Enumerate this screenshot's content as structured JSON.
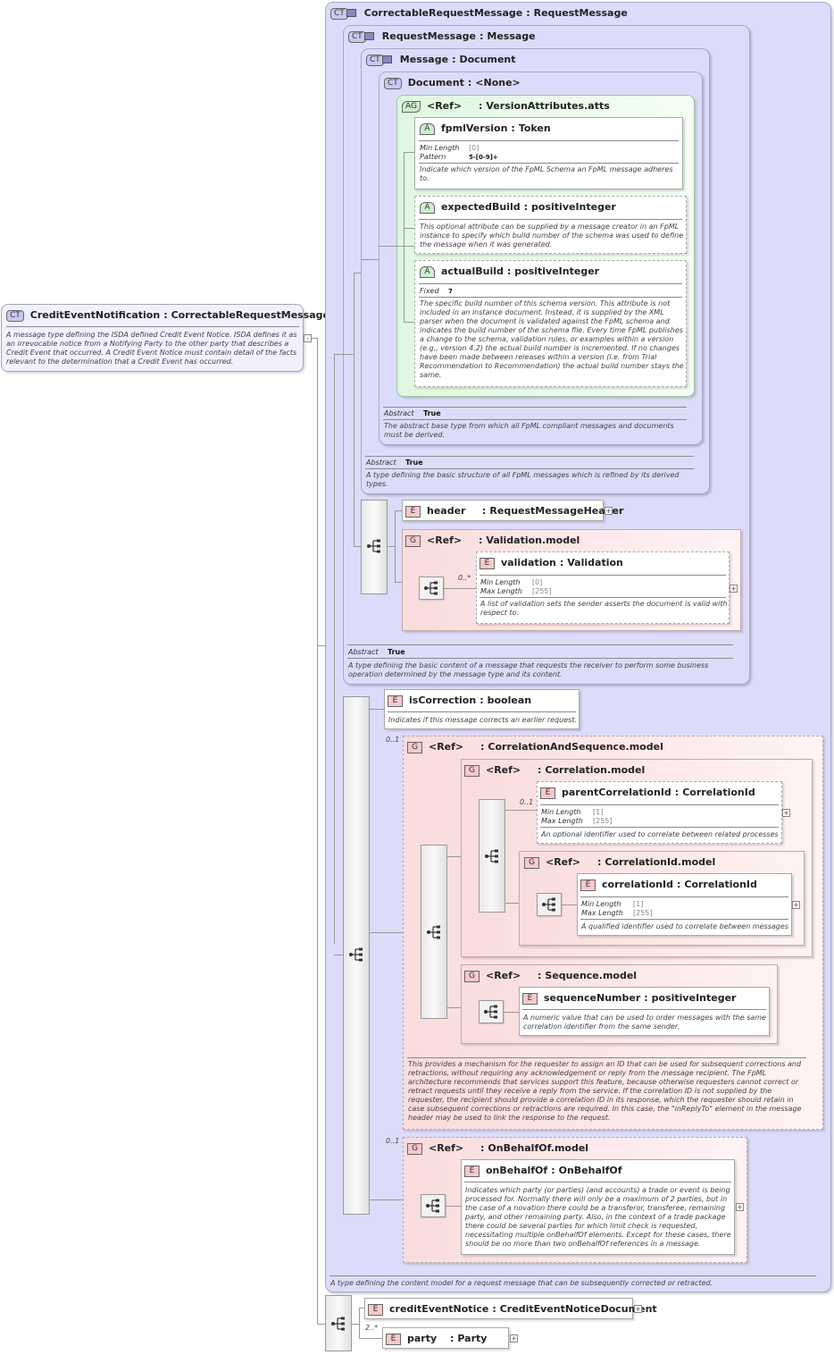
{
  "root": {
    "kind": "CT",
    "name": "CreditEventNotification",
    "type": "CorrectableRequestMessage",
    "description": "A message type defining the ISDA defined Credit Event Notice. ISDA defines it as an irrevocable notice from a Notifying Party to the other party that describes a Credit Event that occurred. A Credit Event Notice must contain detail of the facts relevant to the determination that a Credit Event has occurred."
  },
  "correctable": {
    "kind": "CT",
    "name": "CorrectableRequestMessage",
    "type": "RequestMessage",
    "description": "A type defining the content model for a request message that can be subsequently corrected or retracted."
  },
  "request_message": {
    "kind": "CT",
    "name": "RequestMessage",
    "type": "Message",
    "abstract_label": "Abstract",
    "abstract_value": "True",
    "description": "A type defining the basic content of a message that requests the receiver to perform some business operation determined by the message type and its content."
  },
  "message": {
    "kind": "CT",
    "name": "Message",
    "type": "Document",
    "abstract_label": "Abstract",
    "abstract_value": "True",
    "description": "A type defining the basic structure of all FpML messages which is refined by its derived types."
  },
  "document": {
    "kind": "CT",
    "name": "Document",
    "type": "<None>",
    "abstract_label": "Abstract",
    "abstract_value": "True",
    "description": "The abstract base type from which all FpML compliant messages and documents must be derived."
  },
  "version_attrs": {
    "kind": "AG",
    "ref": "<Ref>",
    "name": "VersionAttributes.atts"
  },
  "fpml_version": {
    "kind": "A",
    "name": "fpmlVersion",
    "type": "Token",
    "facet1_label": "Min Length",
    "facet1_value": "[0]",
    "facet2_label": "Pattern",
    "facet2_value": "5-[0-9]+",
    "description": "Indicate which version of the FpML Schema an FpML message adheres to."
  },
  "expected_build": {
    "kind": "A",
    "name": "expectedBuild",
    "type": "positiveInteger",
    "description": "This optional attribute can be supplied by a message creator in an FpML instance to specify which build number of the schema was used to define the message when it was generated."
  },
  "actual_build": {
    "kind": "A",
    "name": "actualBuild",
    "type": "positiveInteger",
    "facet1_label": "Fixed",
    "facet1_value": "7",
    "description": "The specific build number of this schema version. This attribute is not included in an instance document. Instead, it is supplied by the XML parser when the document is validated against the FpML schema and indicates the build number of the schema file. Every time FpML publishes a change to the schema, validation rules, or examples within a version (e.g., version 4.2) the actual build number is incremented. If no changes have been made between releases within a version (i.e. from Trial Recommendation to Recommendation) the actual build number stays the same."
  },
  "header": {
    "kind": "E",
    "name": "header",
    "type": "RequestMessageHeader"
  },
  "validation_model": {
    "kind": "G",
    "ref": "<Ref>",
    "name": "Validation.model"
  },
  "validation": {
    "kind": "E",
    "name": "validation",
    "type": "Validation",
    "occurrence": "0..*",
    "facet1_label": "Min Length",
    "facet1_value": "[0]",
    "facet2_label": "Max Length",
    "facet2_value": "[255]",
    "description": "A list of validation sets the sender asserts the document is valid with respect to."
  },
  "is_correction": {
    "kind": "E",
    "name": "isCorrection",
    "type": "boolean",
    "description": "Indicates if this message corrects an earlier request."
  },
  "corr_seq_model": {
    "kind": "G",
    "ref": "<Ref>",
    "name": "CorrelationAndSequence.model",
    "occurrence": "0..1",
    "description": "This provides a mechanism for the requester to assign an ID that can be used for subsequent corrections and retractions, without requiring any acknowledgement or reply from the message recipient. The FpML architecture recommends that services support this feature, because otherwise requesters cannot correct or retract requests until they receive a reply from the service. If the correlation ID is not supplied by the requester, the recipient should provide a correlation ID in its response, which the requester should retain in case subsequent corrections or retractions are required. In this case, the \"inReplyTo\" element in the message header may be used to link the response to the request."
  },
  "correlation_model": {
    "kind": "G",
    "ref": "<Ref>",
    "name": "Correlation.model"
  },
  "parent_correlation_id": {
    "kind": "E",
    "name": "parentCorrelationId",
    "type": "CorrelationId",
    "occurrence": "0..1",
    "facet1_label": "Min Length",
    "facet1_value": "[1]",
    "facet2_label": "Max Length",
    "facet2_value": "[255]",
    "description": "An optional identifier used to correlate between related processes"
  },
  "correlation_id_model": {
    "kind": "G",
    "ref": "<Ref>",
    "name": "CorrelationId.model"
  },
  "correlation_id": {
    "kind": "E",
    "name": "correlationId",
    "type": "CorrelationId",
    "facet1_label": "Min Length",
    "facet1_value": "[1]",
    "facet2_label": "Max Length",
    "facet2_value": "[255]",
    "description": "A qualified identifier used to correlate between messages"
  },
  "sequence_model": {
    "kind": "G",
    "ref": "<Ref>",
    "name": "Sequence.model"
  },
  "sequence_number": {
    "kind": "E",
    "name": "sequenceNumber",
    "type": "positiveInteger",
    "description": "A numeric value that can be used to order messages with the same correlation identifier from the same sender."
  },
  "on_behalf_of_model": {
    "kind": "G",
    "ref": "<Ref>",
    "name": "OnBehalfOf.model",
    "occurrence": "0..1"
  },
  "on_behalf_of": {
    "kind": "E",
    "name": "onBehalfOf",
    "type": "OnBehalfOf",
    "description": "Indicates which party (or parties) (and accounts) a trade or event is being processed for. Normally there will only be a maximum of 2 parties, but in the case of a novation there could be a transferor, transferee, remaining party, and other remaining party. Also, in the context of a trade package there could be several parties for which limit check is requested, necessitating multiple onBehalfOf elements. Except for these cases, there should be no more than two onBehalfOf references in a message."
  },
  "credit_event_notice": {
    "kind": "E",
    "name": "creditEventNotice",
    "type": "CreditEventNoticeDocument"
  },
  "party": {
    "kind": "E",
    "name": "party",
    "type": "Party",
    "occurrence": "2..*"
  },
  "type_separator": ":",
  "expand_symbol": "+"
}
